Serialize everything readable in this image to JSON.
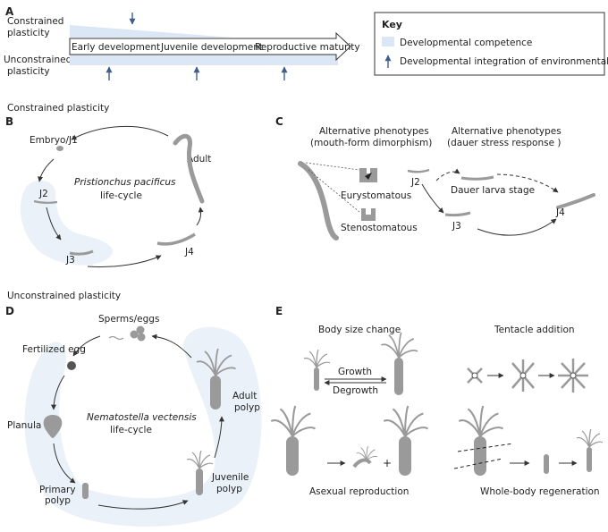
{
  "panel_a": {
    "letter": "A",
    "constrained": [
      "Constrained",
      "plasticity"
    ],
    "unconstrained": [
      "Unconstrained",
      "plasticity"
    ],
    "stages": [
      "Early development",
      "Juvenile development",
      "Reproductive maturity"
    ],
    "key": {
      "title": "Key",
      "competence": "Developmental competence",
      "integration": "Developmental integration of environmental cues"
    }
  },
  "section_constrained": "Constrained plasticity",
  "panel_b": {
    "letter": "B",
    "species": "Pristionchus pacificus",
    "cycle": "life-cycle",
    "stages": {
      "embryo": "Embryo/J1",
      "j2": "J2",
      "j3": "J3",
      "j4": "J4",
      "adult": "Adult"
    }
  },
  "panel_c": {
    "letter": "C",
    "heading1": [
      "Alternative phenotypes",
      "(mouth-form dimorphism)"
    ],
    "heading2": [
      "Alternative phenotypes",
      "(dauer stress response )"
    ],
    "eury": "Eurystomatous",
    "steno": "Stenostomatous",
    "j2": "J2",
    "dauer": "Dauer larva stage",
    "j3": "J3",
    "j4": "J4"
  },
  "section_unconstrained": "Unconstrained plasticity",
  "panel_d": {
    "letter": "D",
    "species": "Nematostella vectensis",
    "cycle": "life-cycle",
    "stages": {
      "sperm": "Sperms/eggs",
      "egg": "Fertilized egg",
      "planula": "Planula",
      "primary": [
        "Primary",
        "polyp"
      ],
      "juvenile": [
        "Juvenile",
        "polyp"
      ],
      "adult": [
        "Adult",
        "polyp"
      ]
    }
  },
  "panel_e": {
    "letter": "E",
    "body_size": "Body size change",
    "growth": "Growth",
    "degrowth": "Degrowth",
    "tentacle": "Tentacle addition",
    "asexual": "Asexual reproduction",
    "plus": "+",
    "regen": "Whole-body regeneration"
  },
  "colors": {
    "competence": "#dbe7f4",
    "arrow_blue": "#3e5f8a",
    "organism": "#9a9a9a",
    "cycle_bg": "#eaf1f8"
  }
}
